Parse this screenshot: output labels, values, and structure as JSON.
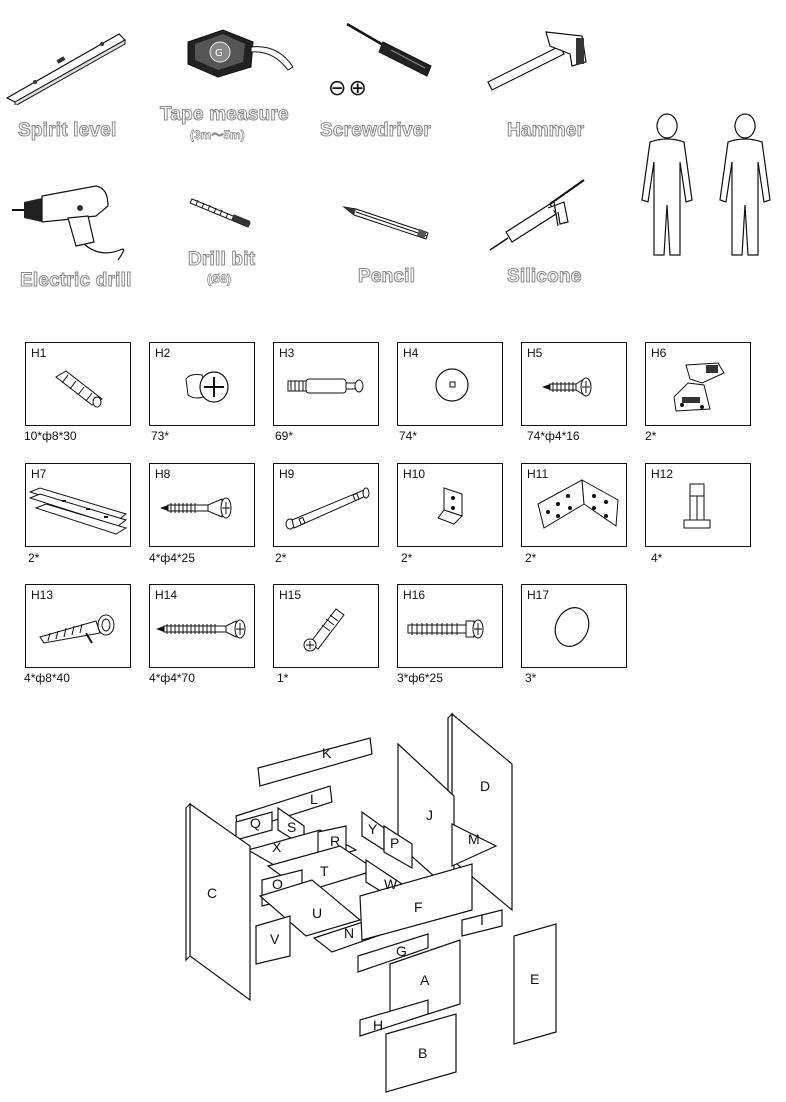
{
  "tools": [
    {
      "id": "spirit-level",
      "label": "Spirit level",
      "sub": ""
    },
    {
      "id": "tape-measure",
      "label": "Tape measure",
      "sub": "(3m～5m)"
    },
    {
      "id": "screwdriver",
      "label": "Screwdriver",
      "sub": ""
    },
    {
      "id": "hammer",
      "label": "Hammer",
      "sub": ""
    },
    {
      "id": "electric-drill",
      "label": "Electric drill",
      "sub": ""
    },
    {
      "id": "drill-bit",
      "label": "Drill bit",
      "sub": "(Ø8)"
    },
    {
      "id": "pencil",
      "label": "Pencil",
      "sub": ""
    },
    {
      "id": "silicone",
      "label": "Silicone",
      "sub": ""
    }
  ],
  "screwdriver_heads": [
    "⊖",
    "⊕"
  ],
  "hardware": [
    {
      "code": "H1",
      "qty": "10*ф8*30"
    },
    {
      "code": "H2",
      "qty": "73*"
    },
    {
      "code": "H3",
      "qty": "69*"
    },
    {
      "code": "H4",
      "qty": "74*"
    },
    {
      "code": "H5",
      "qty": "74*ф4*16"
    },
    {
      "code": "H6",
      "qty": "2*"
    },
    {
      "code": "H7",
      "qty": "2*"
    },
    {
      "code": "H8",
      "qty": "4*ф4*25"
    },
    {
      "code": "H9",
      "qty": "2*"
    },
    {
      "code": "H10",
      "qty": "2*"
    },
    {
      "code": "H11",
      "qty": "2*"
    },
    {
      "code": "H12",
      "qty": "4*"
    },
    {
      "code": "H13",
      "qty": "4*ф8*40"
    },
    {
      "code": "H14",
      "qty": "4*ф4*70"
    },
    {
      "code": "H15",
      "qty": "1*"
    },
    {
      "code": "H16",
      "qty": "3*ф6*25"
    },
    {
      "code": "H17",
      "qty": "3*"
    }
  ],
  "panels": [
    "K",
    "D",
    "L",
    "J",
    "Q",
    "S",
    "Y",
    "M",
    "X",
    "R",
    "P",
    "C",
    "T",
    "O",
    "W",
    "F",
    "U",
    "I",
    "V",
    "N",
    "G",
    "A",
    "E",
    "H",
    "B"
  ]
}
